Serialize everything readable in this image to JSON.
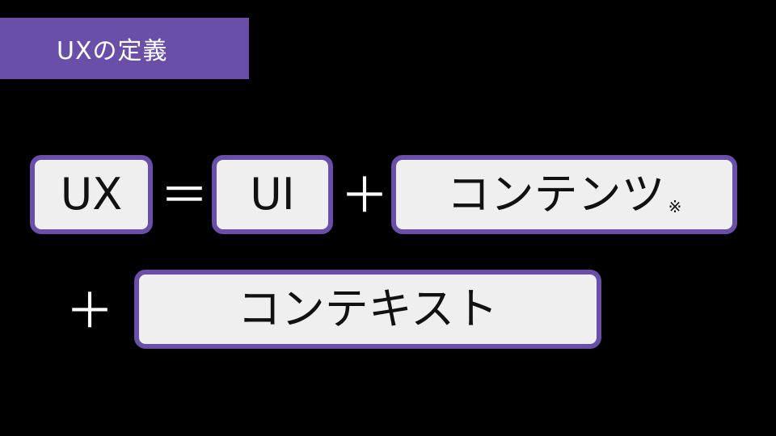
{
  "header": {
    "title": "UXの定義"
  },
  "equation": {
    "term_ux": "UX",
    "equals": "＝",
    "term_ui": "UI",
    "plus_1": "＋",
    "term_contents": "コンテンツ",
    "contents_note_mark": "※",
    "plus_2": "＋",
    "term_context": "コンテキスト"
  },
  "colors": {
    "background": "#000000",
    "accent": "#6a4fa9",
    "box_fill": "#efefef"
  }
}
